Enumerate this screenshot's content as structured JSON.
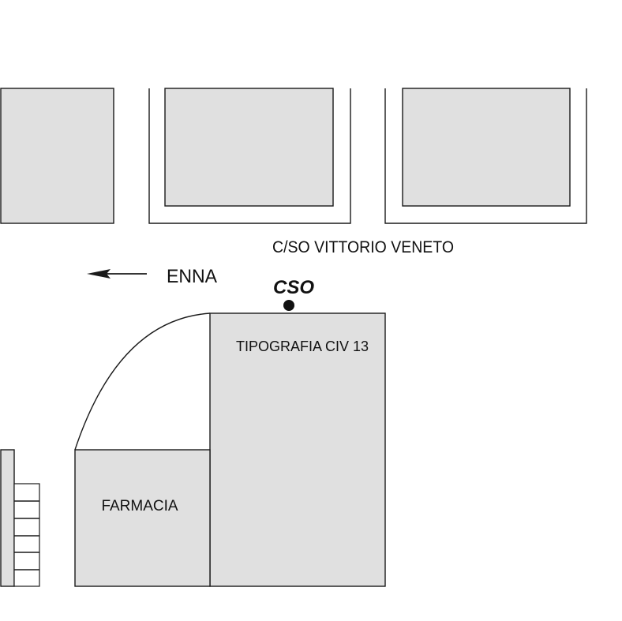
{
  "map": {
    "street_name": "C/SO VITTORIO VENETO",
    "direction_label": "ENNA",
    "point_label": "CSO",
    "buildings": {
      "tipografia": "TIPOGRAFIA CIV 13",
      "farmacia": "FARMACIA"
    },
    "colors": {
      "block_fill": "#e0e0e0",
      "line": "#1a1a1a",
      "background": "#ffffff"
    }
  }
}
